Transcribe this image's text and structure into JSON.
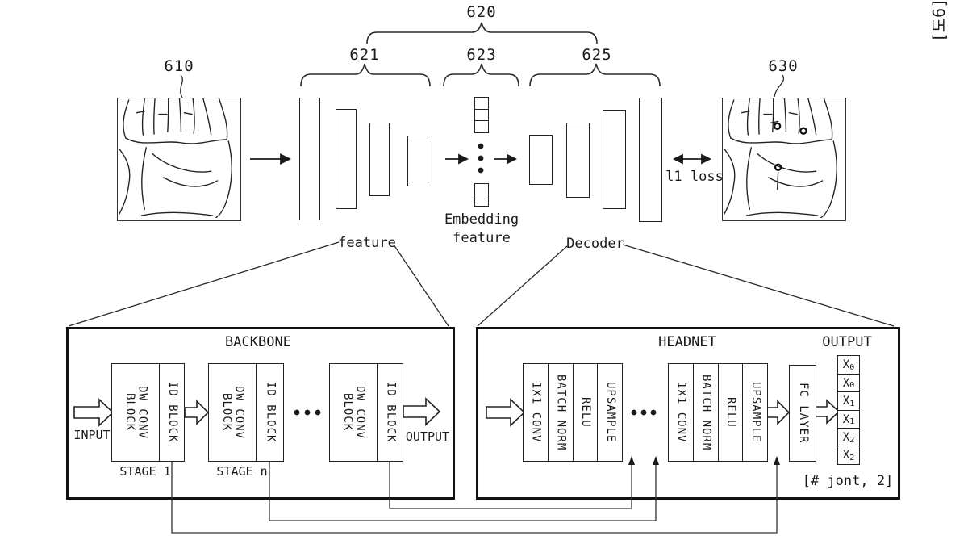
{
  "figure_label": "[도6]",
  "top": {
    "labels": {
      "input_image": "610",
      "autoencoder": "620",
      "encoder": "621",
      "embedding": "623",
      "decoder_part": "625",
      "output_image": "630"
    },
    "feature_label": "feature",
    "embedding_label_line1": "Embedding",
    "embedding_label_line2": "feature",
    "decoder_label": "Decoder",
    "loss_label": "l1 loss"
  },
  "backbone": {
    "title": "BACKBONE",
    "input_label": "INPUT",
    "output_label": "OUTPUT",
    "stages": [
      {
        "cells": [
          "DW CONV\nBLOCK",
          "ID BLOCK"
        ],
        "caption": "STAGE 1"
      },
      {
        "cells": [
          "DW CONV\nBLOCK",
          "ID BLOCK"
        ],
        "caption": "STAGE n"
      },
      {
        "cells": [
          "DW CONV\nBLOCK",
          "ID BLOCK"
        ],
        "caption": ""
      }
    ]
  },
  "headnet": {
    "title": "HEADNET",
    "output_title": "OUTPUT",
    "blocks": [
      {
        "cells": [
          "1X1 CONV",
          "BATCH NORM",
          "RELU",
          "UPSAMPLE"
        ]
      },
      {
        "cells": [
          "1X1 CONV",
          "BATCH NORM",
          "RELU",
          "UPSAMPLE"
        ]
      }
    ],
    "fc_label": "FC LAYER",
    "output_cells": [
      {
        "base": "X",
        "sub": "0"
      },
      {
        "base": "X",
        "sub": "0"
      },
      {
        "base": "X",
        "sub": "1"
      },
      {
        "base": "X",
        "sub": "1"
      },
      {
        "base": "X",
        "sub": "2"
      },
      {
        "base": "X",
        "sub": "2"
      }
    ],
    "output_shape": "[# jont, 2]"
  }
}
